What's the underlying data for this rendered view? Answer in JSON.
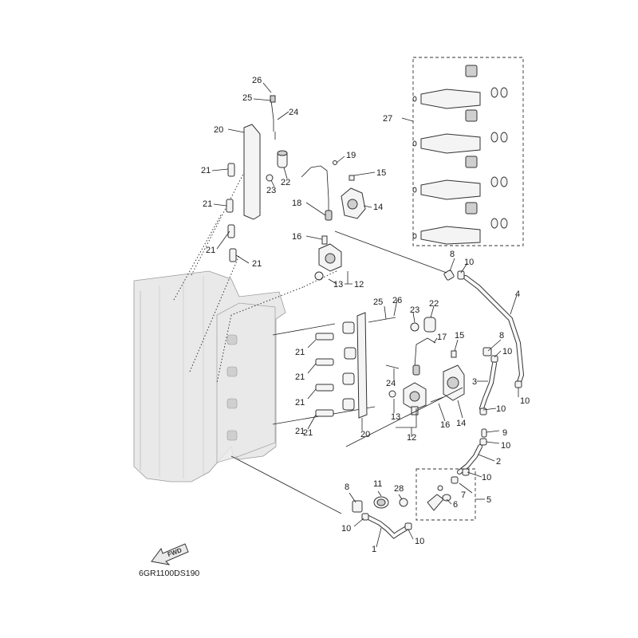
{
  "diagram_code": "6GR1100DS190",
  "fwd_label": "FWD",
  "callouts": [
    {
      "id": "c26a",
      "text": "26"
    },
    {
      "id": "c25a",
      "text": "25"
    },
    {
      "id": "c24a",
      "text": "24"
    },
    {
      "id": "c20a",
      "text": "20"
    },
    {
      "id": "c21a",
      "text": "21"
    },
    {
      "id": "c21b",
      "text": "21"
    },
    {
      "id": "c21c",
      "text": "21"
    },
    {
      "id": "c21d",
      "text": "21"
    },
    {
      "id": "c22a",
      "text": "22"
    },
    {
      "id": "c23a",
      "text": "23"
    },
    {
      "id": "c19",
      "text": "19"
    },
    {
      "id": "c15a",
      "text": "15"
    },
    {
      "id": "c18",
      "text": "18"
    },
    {
      "id": "c14a",
      "text": "14"
    },
    {
      "id": "c16a",
      "text": "16"
    },
    {
      "id": "c13a",
      "text": "13"
    },
    {
      "id": "c12a",
      "text": "12"
    },
    {
      "id": "c27",
      "text": "27"
    },
    {
      "id": "c8a",
      "text": "8"
    },
    {
      "id": "c10a",
      "text": "10"
    },
    {
      "id": "c4",
      "text": "4"
    },
    {
      "id": "c25b",
      "text": "25"
    },
    {
      "id": "c26b",
      "text": "26"
    },
    {
      "id": "c23b",
      "text": "23"
    },
    {
      "id": "c22b",
      "text": "22"
    },
    {
      "id": "c17",
      "text": "17"
    },
    {
      "id": "c15b",
      "text": "15"
    },
    {
      "id": "c8b",
      "text": "8"
    },
    {
      "id": "c10b",
      "text": "10"
    },
    {
      "id": "c21e",
      "text": "21"
    },
    {
      "id": "c21f",
      "text": "21"
    },
    {
      "id": "c21g",
      "text": "21"
    },
    {
      "id": "c21h",
      "text": "21"
    },
    {
      "id": "c24b",
      "text": "24"
    },
    {
      "id": "c3",
      "text": "3"
    },
    {
      "id": "c10c",
      "text": "10"
    },
    {
      "id": "c13b",
      "text": "13"
    },
    {
      "id": "c16b",
      "text": "16"
    },
    {
      "id": "c14b",
      "text": "14"
    },
    {
      "id": "c10d",
      "text": "10"
    },
    {
      "id": "c21i",
      "text": "21"
    },
    {
      "id": "c20b",
      "text": "20"
    },
    {
      "id": "c12b",
      "text": "12"
    },
    {
      "id": "c9",
      "text": "9"
    },
    {
      "id": "c10e",
      "text": "10"
    },
    {
      "id": "c2",
      "text": "2"
    },
    {
      "id": "c10f",
      "text": "10"
    },
    {
      "id": "c8c",
      "text": "8"
    },
    {
      "id": "c11",
      "text": "11"
    },
    {
      "id": "c28",
      "text": "28"
    },
    {
      "id": "c7",
      "text": "7"
    },
    {
      "id": "c6",
      "text": "6"
    },
    {
      "id": "c5",
      "text": "5"
    },
    {
      "id": "c10g",
      "text": "10"
    },
    {
      "id": "c1",
      "text": "1"
    },
    {
      "id": "c10h",
      "text": "10"
    }
  ]
}
